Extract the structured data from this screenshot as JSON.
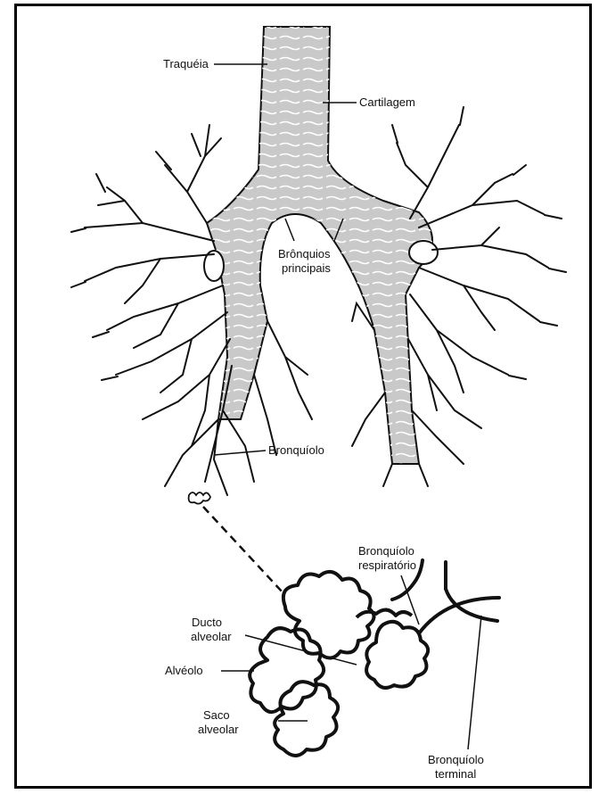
{
  "labels": {
    "trachea": "Traquéia",
    "cartilage": "Cartilagem",
    "main_bronchi_line1": "Brônquios",
    "main_bronchi_line2": "principais",
    "bronchiole": "Bronquíolo",
    "respiratory_bronchiole_line1": "Bronquíolo",
    "respiratory_bronchiole_line2": "respiratório",
    "alveolar_duct_line1": "Ducto",
    "alveolar_duct_line2": "alveolar",
    "alveolus": "Alvéolo",
    "alveolar_sac_line1": "Saco",
    "alveolar_sac_line2": "alveolar",
    "terminal_bronchiole_line1": "Bronquíolo",
    "terminal_bronchiole_line2": "terminal"
  },
  "colors": {
    "airway_fill": "#c9c9c9",
    "outline": "#111111",
    "cartilage_stripe": "#ffffff"
  }
}
